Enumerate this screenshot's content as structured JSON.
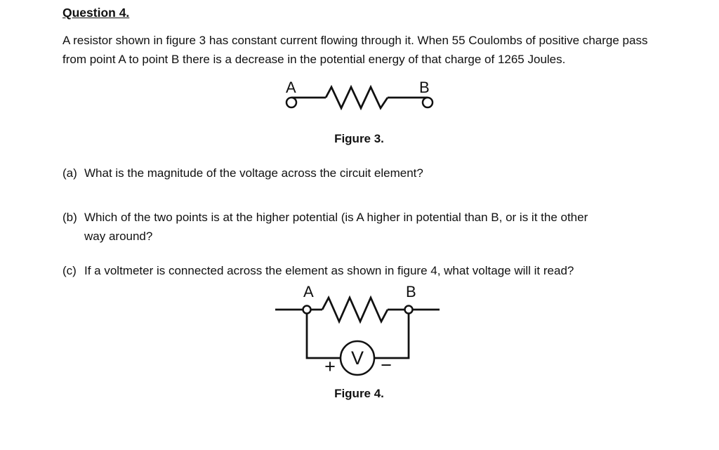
{
  "page": {
    "heading": "Question 4.",
    "intro": "A resistor shown in figure 3 has constant current flowing through it. When 55 Coulombs of positive charge pass from point A to point B there is a decrease in the potential energy of that charge of 1265 Joules.",
    "questions": [
      {
        "label": "(a)",
        "text": "What is the magnitude of the voltage across the circuit element?"
      },
      {
        "label": "(b)",
        "text": "Which of the two points is at the higher potential (is A higher in potential than B, or is it the other way around?"
      },
      {
        "label": "(c)",
        "text": "If a voltmeter is connected across the element as shown in figure 4, what voltage will it read?"
      }
    ],
    "figure3": {
      "caption": "Figure 3.",
      "label_a": "A",
      "label_b": "B"
    },
    "figure4": {
      "caption": "Figure 4.",
      "label_a": "A",
      "label_b": "B",
      "meter_label": "V",
      "plus": "+",
      "minus": "−"
    }
  }
}
